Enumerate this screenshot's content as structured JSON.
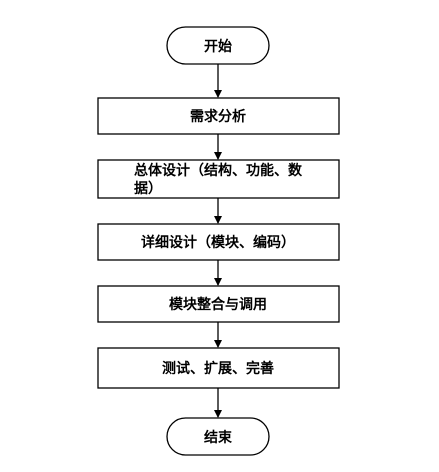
{
  "flowchart": {
    "start": "开始",
    "steps": [
      "需求分析",
      [
        "总体设计（结构、功能、数",
        "据）"
      ],
      "详细设计（模块、编码）",
      "模块整合与调用",
      "测试、扩展、完善"
    ],
    "end": "结束"
  }
}
